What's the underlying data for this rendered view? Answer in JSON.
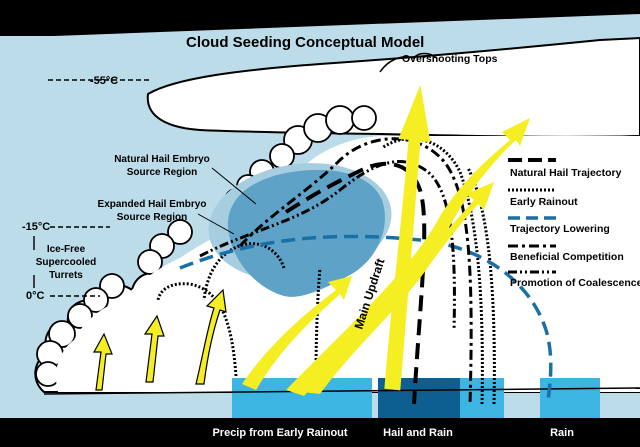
{
  "title": "Cloud Seeding Conceptual Model",
  "labels": {
    "overshooting_tops": "Overshooting Tops",
    "temp_minus55": "-55°C",
    "temp_minus15": "-15°C",
    "temp_zero": "0°C",
    "natural_hail_embryo_l1": "Natural Hail Embryo",
    "natural_hail_embryo_l2": "Source Region",
    "expanded_hail_embryo_l1": "Expanded Hail Embryo",
    "expanded_hail_embryo_l2": "Source Region",
    "ice_free_l1": "Ice-Free",
    "ice_free_l2": "Supercooled",
    "ice_free_l3": "Turrets",
    "main_updraft": "Main Updraft",
    "ground_precip_early": "Precip from Early Rainout",
    "ground_hail_rain": "Hail and Rain",
    "ground_rain": "Rain"
  },
  "legend": [
    {
      "label": "Natural Hail Trajectory",
      "style": "dash-heavy"
    },
    {
      "label": "Early Rainout",
      "style": "dotted"
    },
    {
      "label": "Trajectory Lowering",
      "style": "blue-dash"
    },
    {
      "label": "Beneficial Competition",
      "style": "dash-dot"
    },
    {
      "label": "Promotion of Coalescence",
      "style": "dash-dot-dot"
    }
  ],
  "colors": {
    "sky": "#bcdcea",
    "cloud": "#ffffff",
    "embryo_natural": "#5ea3c7",
    "embryo_expanded": "#a7cde0",
    "updraft_arrow": "#f4ee22",
    "precip_light": "#3cb5e2",
    "precip_dark": "#0e5f91",
    "trajectory_blue": "#1a6fa4",
    "ground": "#000000"
  }
}
